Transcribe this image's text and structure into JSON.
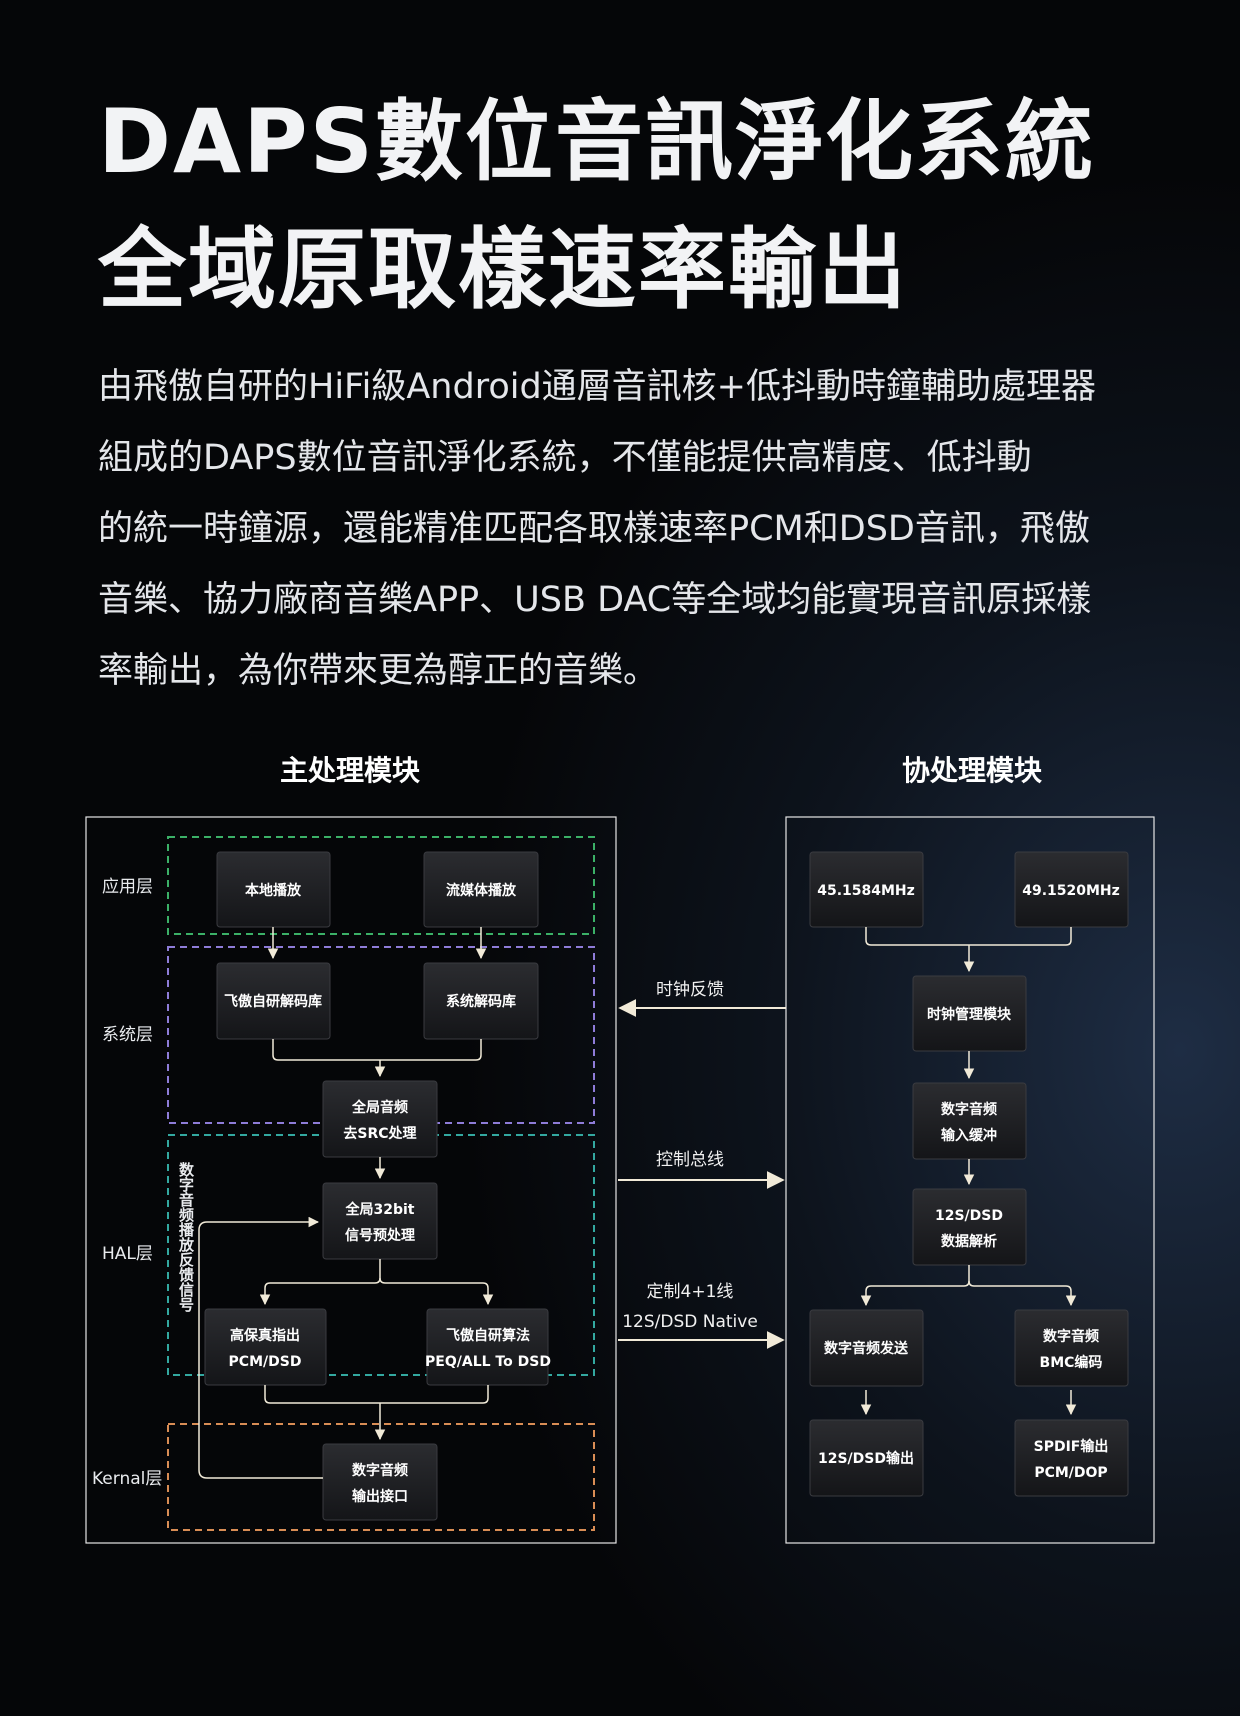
{
  "title_lines": [
    "DAPS數位音訊淨化系統",
    "全域原取樣速率輸出"
  ],
  "description_lines": [
    "由飛傲自研的HiFi級Android通層音訊核+低抖動時鐘輔助處理器",
    "組成的DAPS數位音訊淨化系統，不僅能提供高精度、低抖動",
    "的統一時鐘源，還能精准匹配各取樣速率PCM和DSD音訊，飛傲",
    "音樂、協力廠商音樂APP、USB DAC等全域均能實現音訊原採樣",
    "率輸出，為你帶來更為醇正的音樂。"
  ],
  "diagram": {
    "main_title": "主处理模块",
    "co_title": "协处理模块",
    "layers": {
      "app": "应用层",
      "system": "系统层",
      "hal": "HAL层",
      "kernel": "Kernal层"
    },
    "feedback_label": "数字音频播放反馈信号",
    "main_nodes": {
      "local_play": "本地播放",
      "stream_play": "流媒体播放",
      "fiio_decoder": "飞傲自研解码库",
      "sys_decoder": "系统解码库",
      "global_src": [
        "全局音频",
        "去SRC处理"
      ],
      "pre_32bit": [
        "全局32bit",
        "信号预处理"
      ],
      "hifi_out": [
        "高保真指出",
        "PCM/DSD"
      ],
      "fiio_algo": [
        "飞傲自研算法",
        "PEQ/ALL To DSD"
      ],
      "output_if": [
        "数字音频",
        "输出接口"
      ]
    },
    "co_nodes": {
      "clk1": "45.1584MHz",
      "clk2": "49.1520MHz",
      "clk_mgr": "时钟管理模块",
      "input_buf": [
        "数字音频",
        "输入缓冲"
      ],
      "i2s_parse": [
        "12S/DSD",
        "数据解析"
      ],
      "audio_send": "数字音频发送",
      "bmc_enc": [
        "数字音频",
        "BMC编码"
      ],
      "i2s_out": "12S/DSD输出",
      "spdif_out": [
        "SPDIF输出",
        "PCM/DOP"
      ]
    },
    "links": {
      "clock_feedback": "时钟反馈",
      "control_bus": "控制总线",
      "custom_line": [
        "定制4+1线",
        "12S/DSD Native"
      ]
    },
    "colors": {
      "app_border": "#3bb067",
      "system_border": "#8e7cd8",
      "hal_border": "#33a8a0",
      "kernel_border": "#d98d55",
      "line": "#f1ead8",
      "box_fill": "#1c1d20"
    }
  }
}
